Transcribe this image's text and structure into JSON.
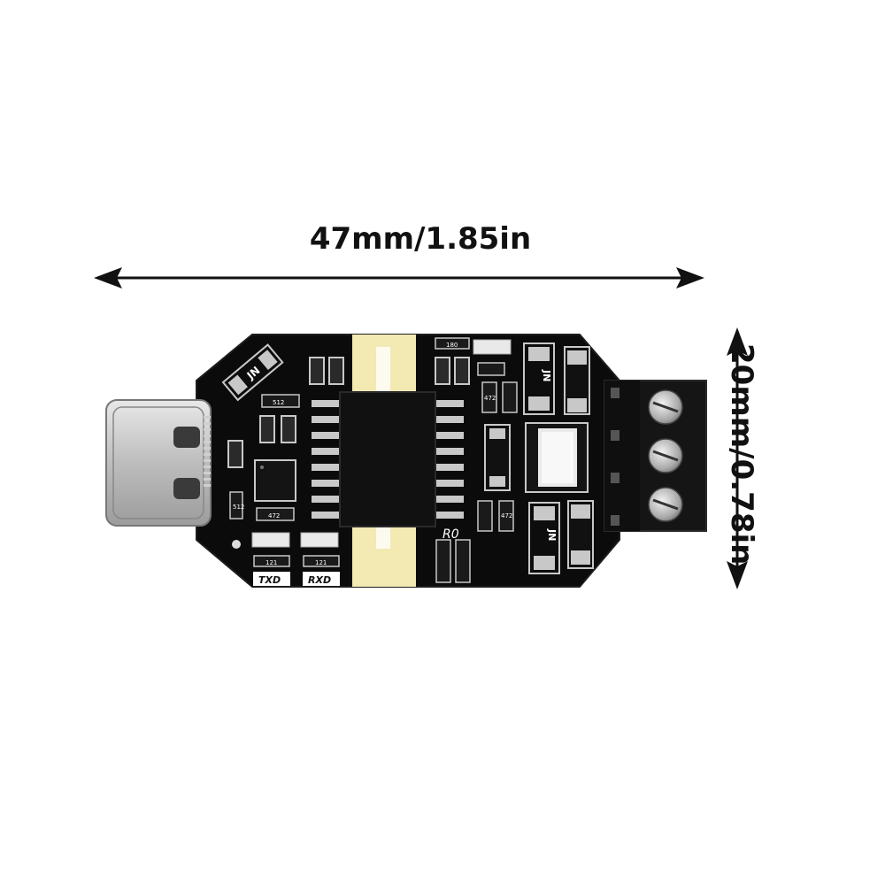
{
  "dimensions": {
    "width_label": "47mm/1.85in",
    "height_label": "20mm/0.78in"
  },
  "board": {
    "silkscreen": {
      "txd": "TXD",
      "rxd": "RXD",
      "r0": "R0",
      "jn1": "JN",
      "jn2": "JN",
      "jn3": "JN",
      "r512a": "512",
      "r512b": "512",
      "r472a": "472",
      "r472b": "472",
      "r472c": "472",
      "r121a": "121",
      "r121b": "121",
      "r180": "180"
    },
    "colors": {
      "pcb": "#0b0b0b",
      "pads": "#c8c8c8",
      "slot": "#f3e9b2",
      "terminal": "#151515"
    }
  },
  "icons": {
    "usb_connector": "usb-c-port-icon",
    "screw": "screw-icon"
  }
}
